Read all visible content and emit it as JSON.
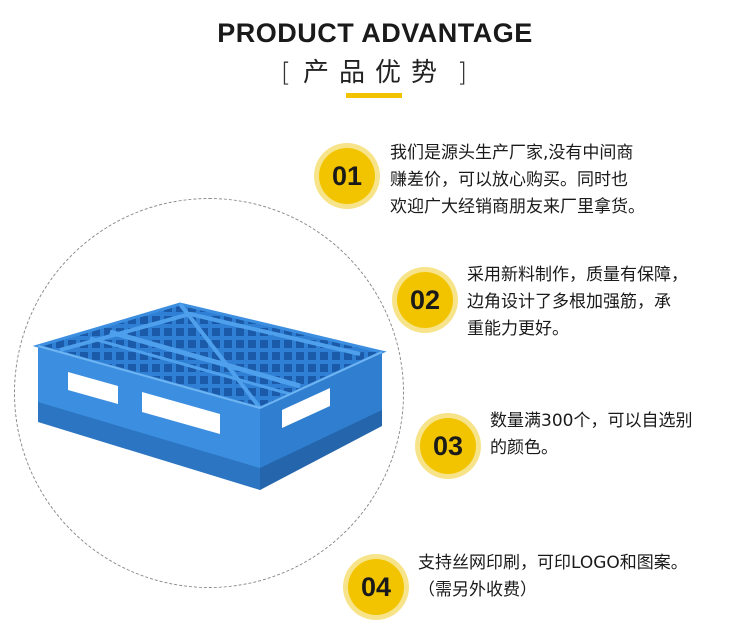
{
  "header": {
    "title_en": "PRODUCT ADVANTAGE",
    "bracket_left": "[",
    "title_cn": "产品优势",
    "bracket_right": "]"
  },
  "accent_color": "#f2c400",
  "product_color": "#3c8fe0",
  "features": [
    {
      "number": "01",
      "lines": [
        "我们是源头生产厂家,没有中间商",
        "赚差价，可以放心购买。同时也",
        "欢迎广大经销商朋友来厂里拿货。"
      ]
    },
    {
      "number": "02",
      "lines": [
        "采用新料制作，质量有保障，",
        "边角设计了多根加强筋，承",
        "重能力更好。"
      ]
    },
    {
      "number": "03",
      "lines": [
        "数量满300个，可以自选别",
        "的颜色。"
      ]
    },
    {
      "number": "04",
      "lines": [
        "支持丝网印刷，可印LOGO和图案。",
        "（需另外收费）"
      ]
    }
  ]
}
